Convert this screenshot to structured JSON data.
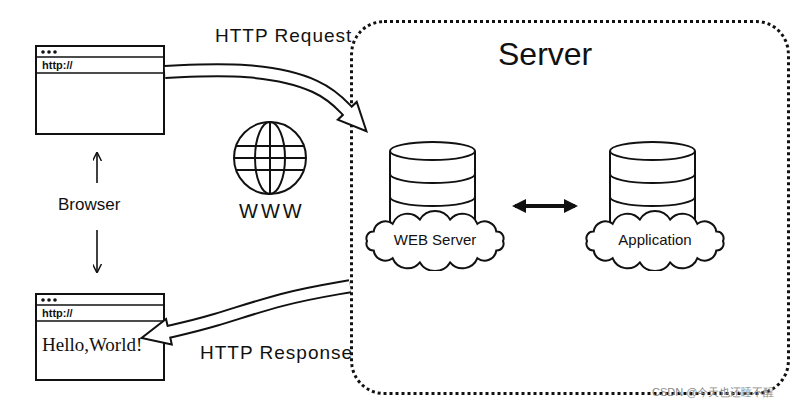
{
  "diagram": {
    "nodes": [
      {
        "text": [
          "http://"
        ]
      },
      {
        "text": [
          "http://",
          "Hello,World!"
        ]
      },
      {
        "text": [
          "Server"
        ]
      },
      {
        "text": [
          "WEB Server"
        ],
        "in": 2
      },
      {
        "text": [
          "Application"
        ],
        "in": 2
      }
    ],
    "edges": [
      {
        "from": 0,
        "to": 2,
        "arrow": "to",
        "label": "HTTP Request"
      },
      {
        "from": 2,
        "to": 1,
        "arrow": "to",
        "label": "HTTP Response"
      },
      {
        "from": 3,
        "to": 4,
        "arrow": "both"
      }
    ],
    "labels": [
      "Browser",
      "WWW",
      "CSDN @今天也还睡不醒"
    ]
  }
}
